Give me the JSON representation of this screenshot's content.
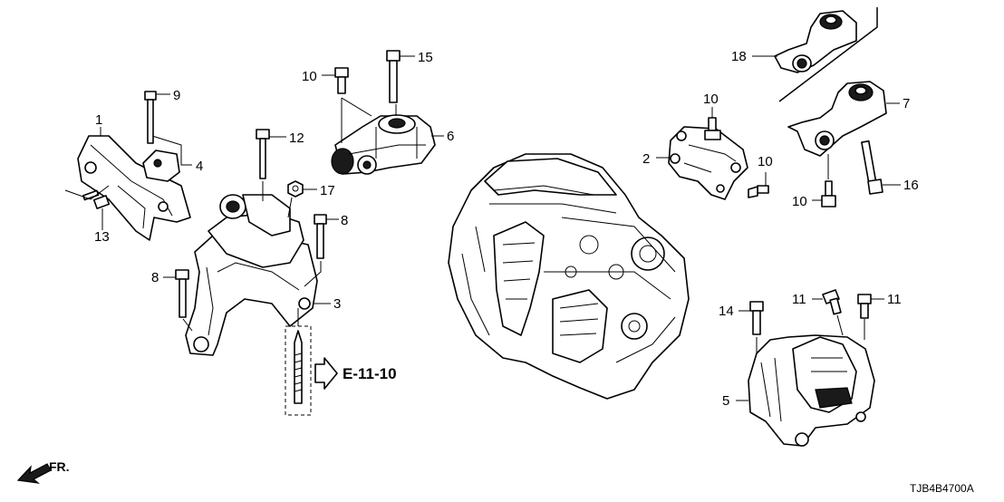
{
  "callouts": {
    "c1": "1",
    "c2": "2",
    "c3": "3",
    "c4": "4",
    "c5": "5",
    "c6": "6",
    "c7": "7",
    "c8a": "8",
    "c8b": "8",
    "c9": "9",
    "c10a": "10",
    "c10b": "10",
    "c10c": "10",
    "c10d": "10",
    "c11a": "11",
    "c11b": "11",
    "c12": "12",
    "c13": "13",
    "c14": "14",
    "c15": "15",
    "c16": "16",
    "c17": "17",
    "c18": "18"
  },
  "reference": {
    "label": "E-11-10"
  },
  "direction": {
    "label": "FR."
  },
  "diagram_code": "TJB4B4700A"
}
